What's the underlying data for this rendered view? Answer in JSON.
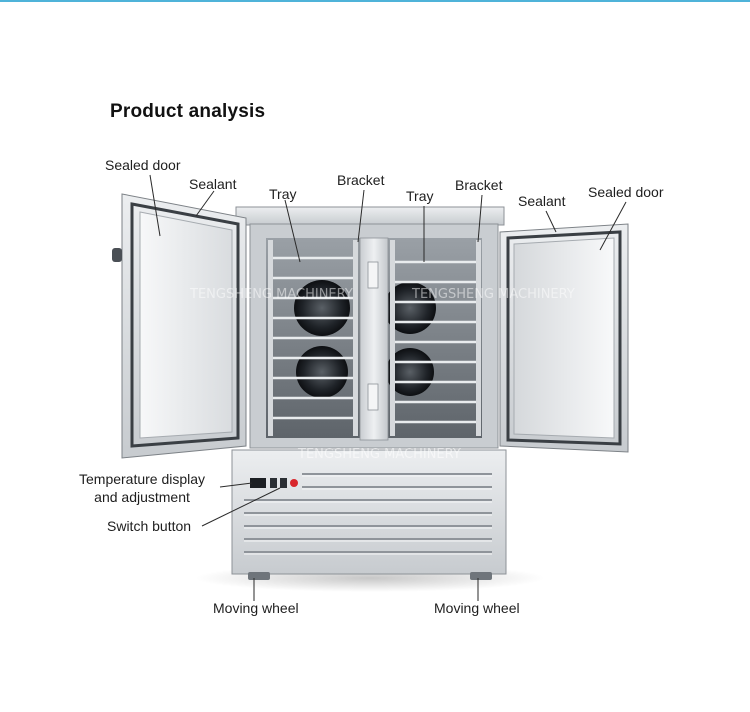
{
  "title": "Product analysis",
  "watermark": "TENGSHENG MACHINERY",
  "callouts": {
    "sealed_door_left": "Sealed door",
    "sealant_left": "Sealant",
    "tray_left": "Tray",
    "bracket_left": "Bracket",
    "tray_right": "Tray",
    "bracket_right": "Bracket",
    "sealant_right": "Sealant",
    "sealed_door_right": "Sealed door",
    "temperature_display": "Temperature display\nand adjustment",
    "switch_button": "Switch button",
    "moving_wheel_left": "Moving wheel",
    "moving_wheel_right": "Moving wheel"
  },
  "colors": {
    "accent_rule": "#4fb3d9",
    "steel_light": "#e4e6e8",
    "steel_mid": "#b9bdc1",
    "steel_dark": "#6f757b",
    "interior": "#2b3036",
    "indicator_red": "#d8262b"
  }
}
